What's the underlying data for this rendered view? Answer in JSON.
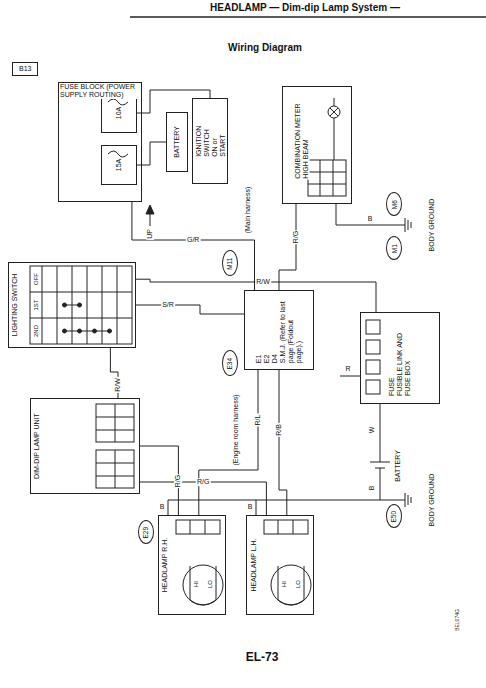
{
  "diagram": {
    "title": "HEADLAMP — Dim-dip Lamp System —",
    "nodes": [
      {
        "text": [
          "B13"
        ]
      },
      {
        "text": [
          "FUSE BLOCK (POWER SUPPLY ROUTING)"
        ]
      },
      {
        "text": [
          "10A"
        ],
        "in": 1
      },
      {
        "text": [
          "15A"
        ],
        "in": 1
      },
      {
        "text": [
          "BATTERY"
        ]
      },
      {
        "text": [
          "IGNITION SWITCH ON or START"
        ]
      },
      {
        "text": [
          "COMBINATION METER",
          "HIGH BEAM"
        ]
      },
      {
        "text": [
          "LIGHTING SWITCH"
        ]
      },
      {
        "text": [
          "E1",
          "E2",
          "D4",
          "S.M.J. (Refer to last page (Foldout page).)"
        ]
      },
      {
        "text": [
          "FUSE",
          "FUSIBLE LINK AND FUSE BOX"
        ]
      },
      {
        "text": [
          "DIM-DIP LAMP UNIT"
        ]
      },
      {
        "text": [
          "HEADLAMP R.H."
        ]
      },
      {
        "text": [
          "HEADLAMP L.H."
        ]
      },
      {
        "text": [
          "M11"
        ]
      },
      {
        "text": [
          "E34"
        ]
      },
      {
        "text": [
          "M6"
        ]
      },
      {
        "text": [
          "M1"
        ]
      },
      {
        "text": [
          "E50"
        ]
      },
      {
        "text": [
          "E29"
        ]
      }
    ],
    "edges": [
      {
        "from": 1,
        "to": 8,
        "arrow": "none",
        "label": "G/R"
      },
      {
        "from": 6,
        "to": 8,
        "arrow": "none",
        "label": "R/G"
      },
      {
        "from": 7,
        "to": 8,
        "arrow": "none",
        "label": "S/R"
      },
      {
        "from": 9,
        "to": 7,
        "arrow": "none",
        "label": "R/W"
      },
      {
        "from": 7,
        "to": 10,
        "arrow": "none",
        "label": "R/W"
      },
      {
        "from": 8,
        "to": 11,
        "arrow": "none",
        "label": "R/L"
      },
      {
        "from": 8,
        "to": 12,
        "arrow": "none",
        "label": "R/B"
      },
      {
        "from": 10,
        "to": 11,
        "arrow": "none",
        "label": "R/G"
      },
      {
        "from": 10,
        "to": 12,
        "arrow": "none",
        "label": "R/G"
      },
      {
        "from": 5,
        "to": 2,
        "arrow": "none"
      },
      {
        "from": 4,
        "to": 3,
        "arrow": "none"
      }
    ],
    "labels": [
      "Wiring Diagram",
      "UP",
      "(Main harness)",
      "OFF",
      "1ST",
      "2ND",
      "B",
      "BODY GROUND",
      "R",
      "BATTERY",
      "W",
      "B",
      "BODY GROUND",
      "(Engine room harness)",
      "HI",
      "LO",
      "HI",
      "LO",
      "B",
      "B",
      "BEL074G",
      "EL-73"
    ]
  }
}
